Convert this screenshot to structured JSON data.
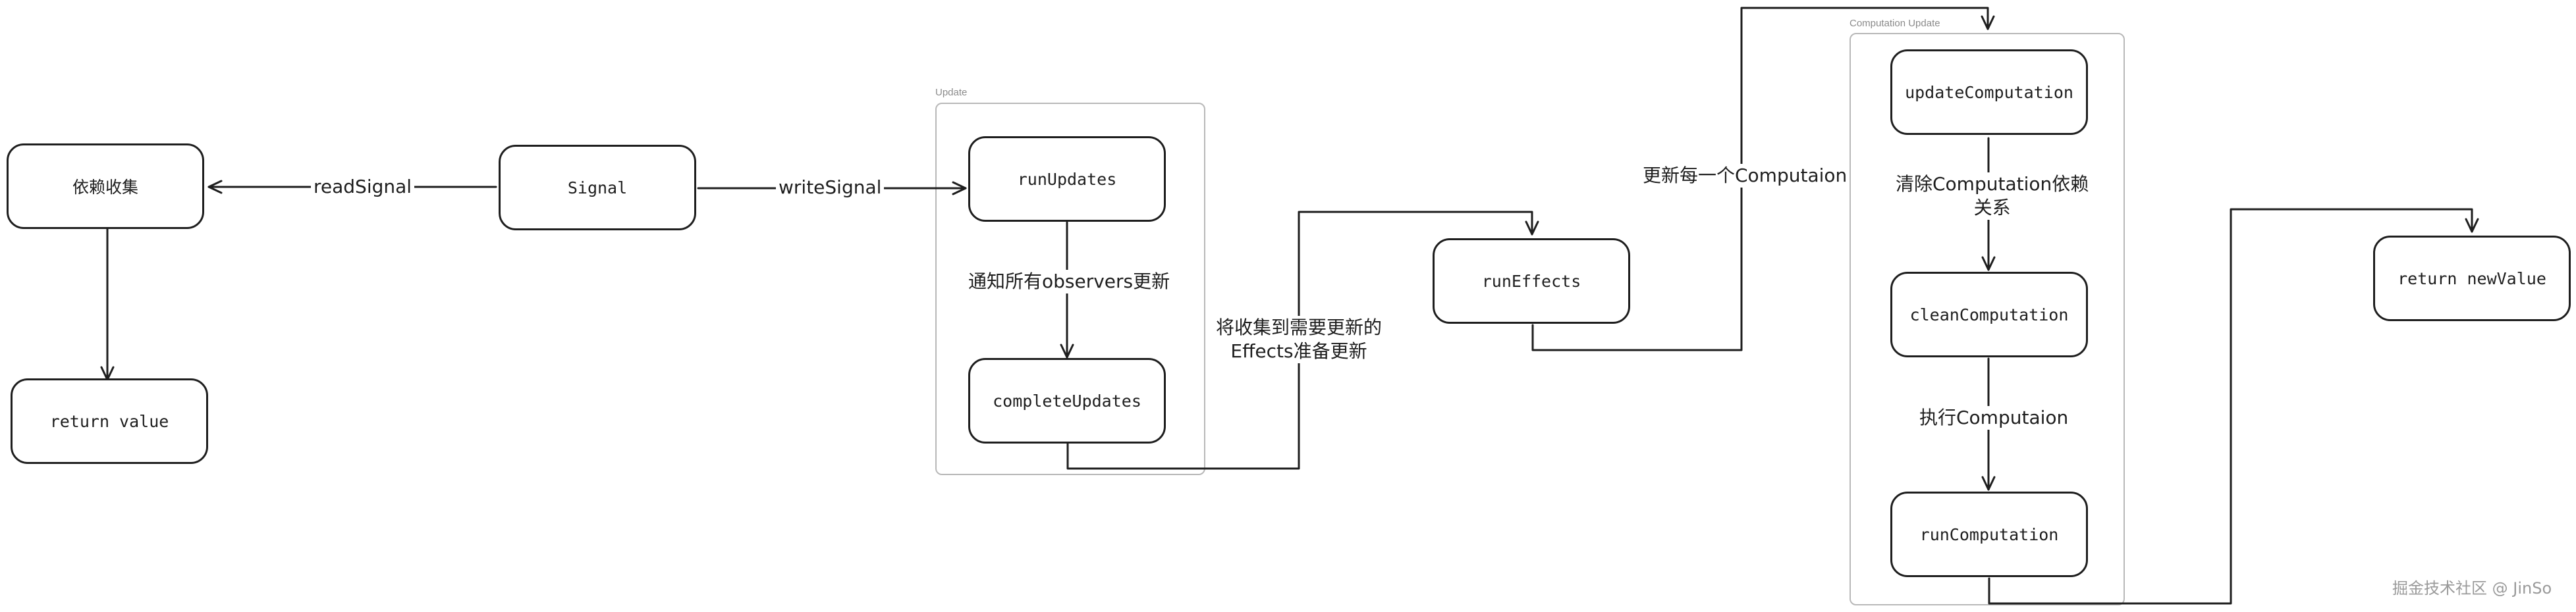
{
  "groups": {
    "update": "Update",
    "computation_update": "Computation Update"
  },
  "nodes": {
    "dependency_collect": "依赖收集",
    "signal": "Signal",
    "return_value": "return value",
    "run_updates": "runUpdates",
    "complete_updates": "completeUpdates",
    "run_effects": "runEffects",
    "update_computation": "updateComputation",
    "clean_computation": "cleanComputation",
    "run_computation": "runComputation",
    "return_new_value": "return newValue"
  },
  "edge_labels": {
    "read_signal": "readSignal",
    "write_signal": "writeSignal",
    "notify_observers": "通知所有observers更新",
    "collect_effects_line1": "将收集到需要更新的",
    "collect_effects_line2": "Effects准备更新",
    "update_each": "更新每一个Computaion",
    "clear_deps_line1": "清除Computation依赖",
    "clear_deps_line2": "关系",
    "execute_computation": "执行Computaion"
  },
  "watermark": "掘金技术社区 @ JinSo"
}
